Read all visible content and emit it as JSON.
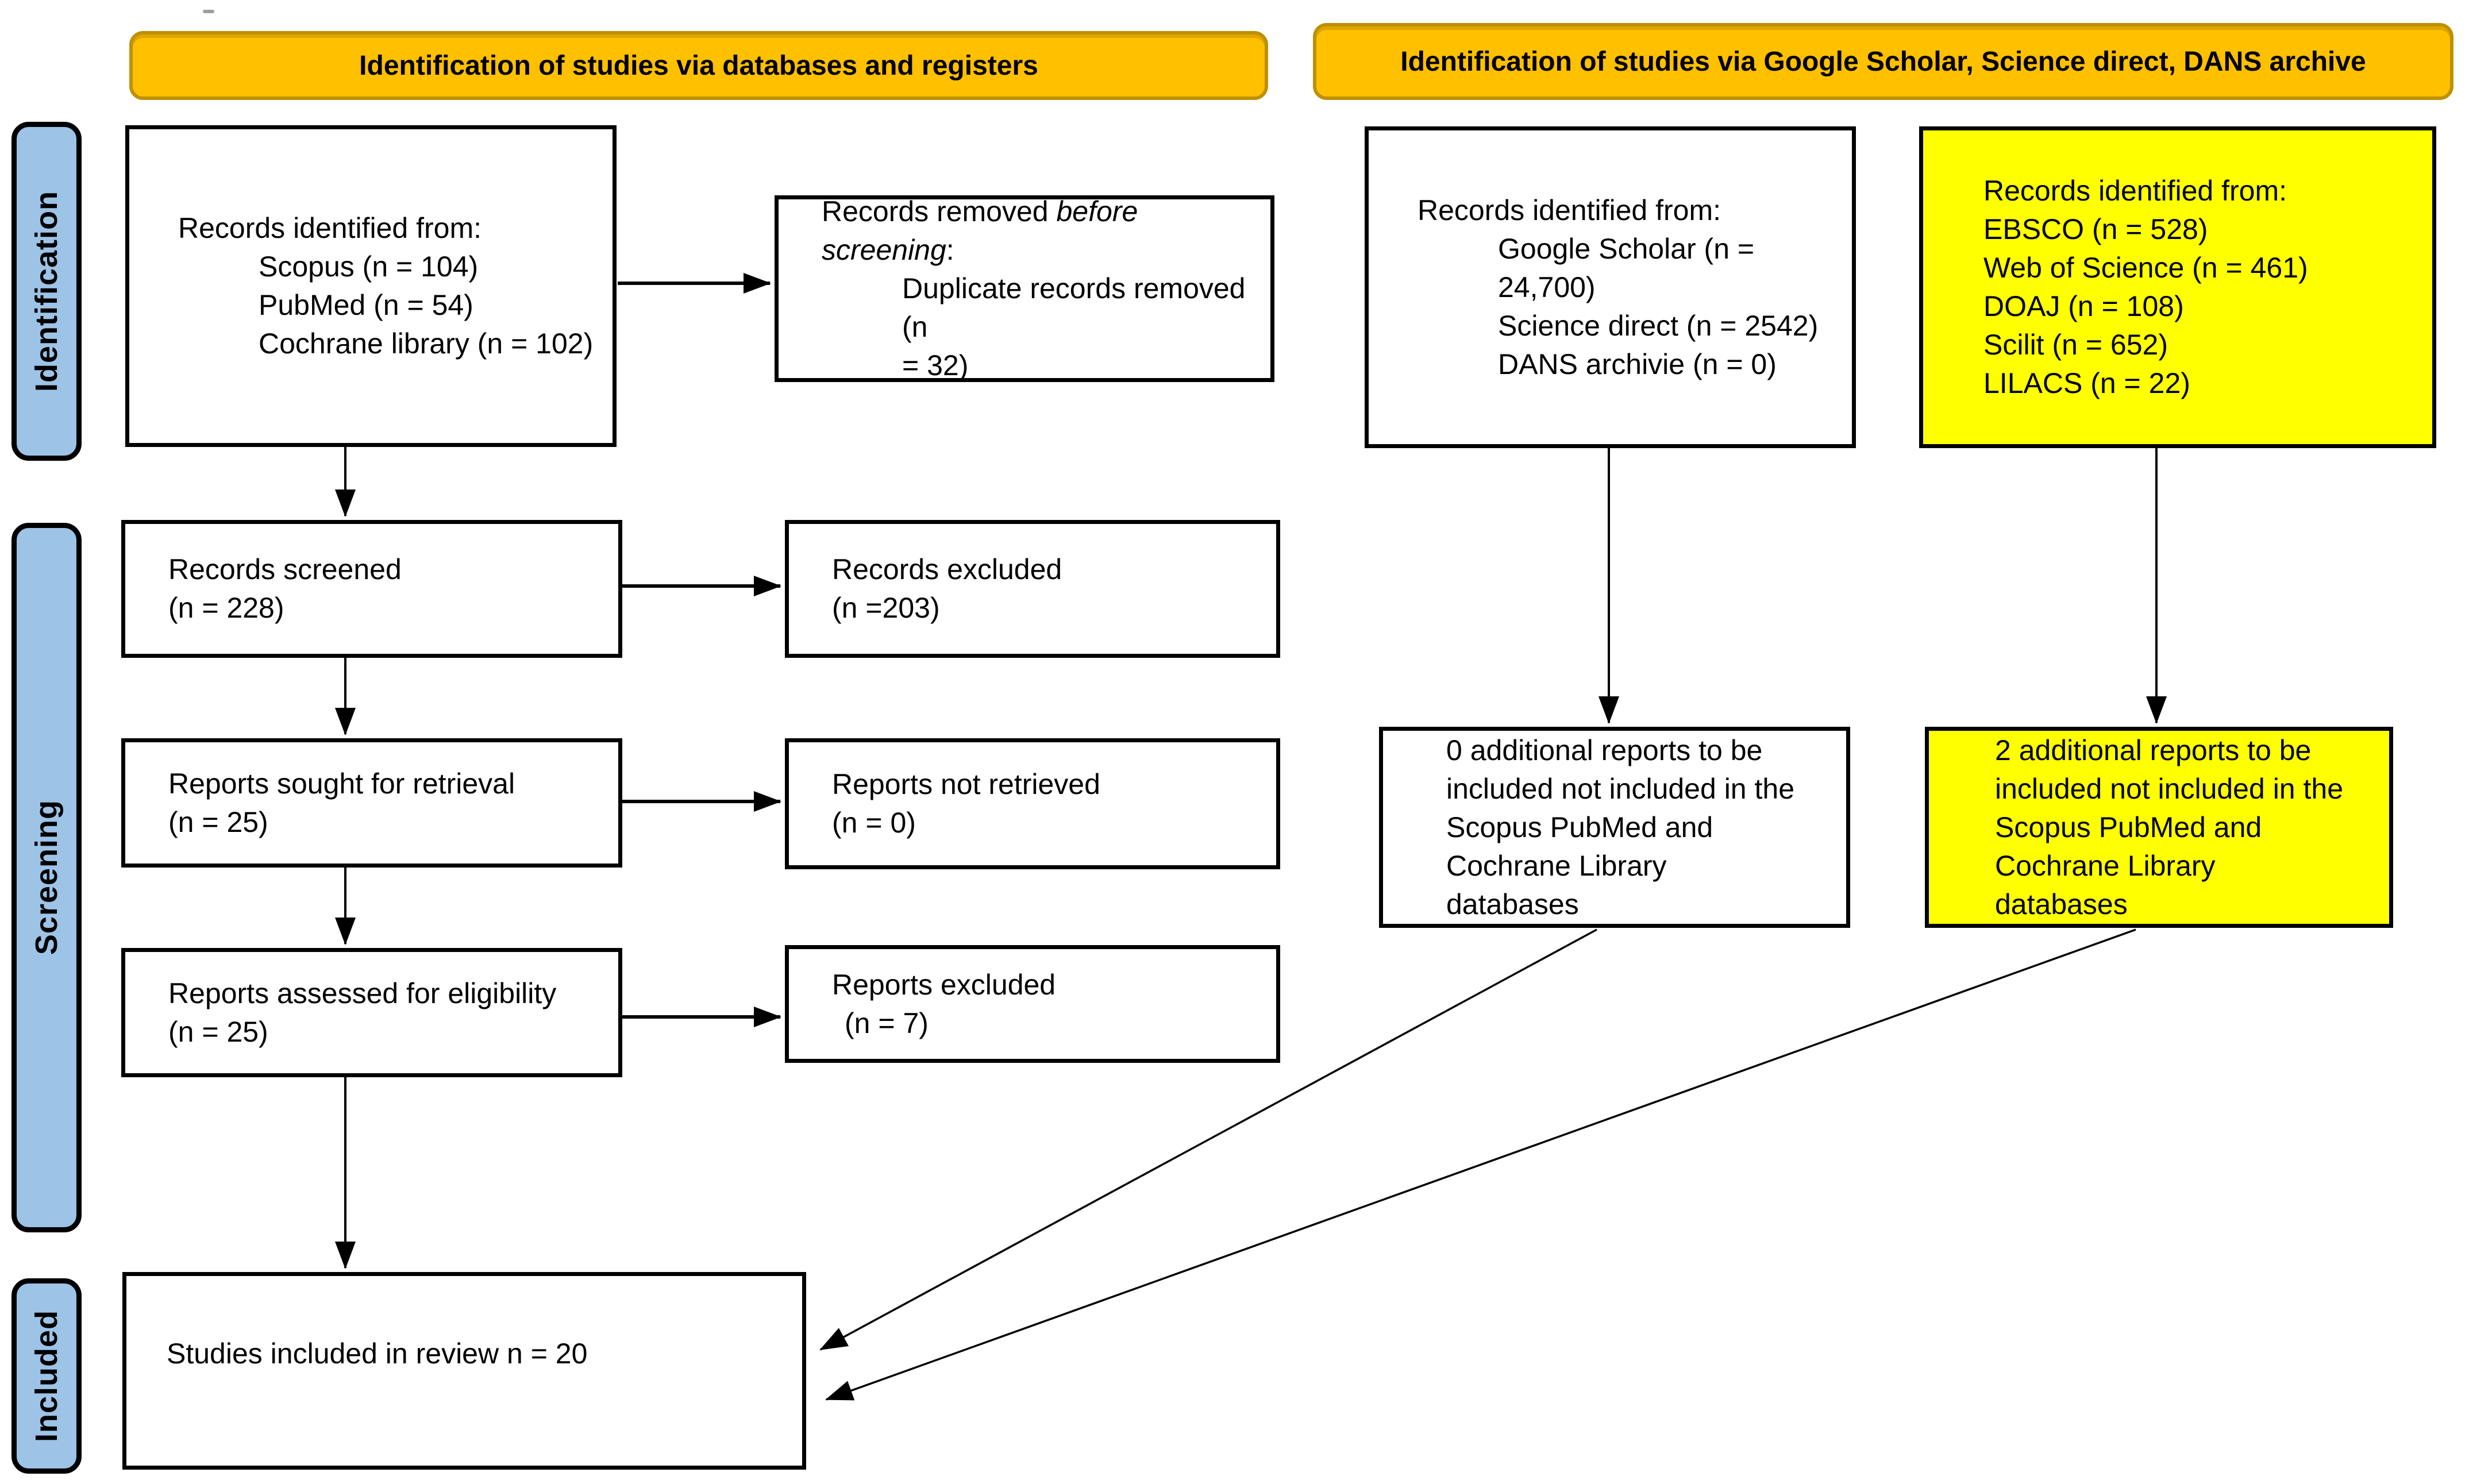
{
  "headers": {
    "databases": "Identification of studies via databases and registers",
    "other_sources": "Identification of studies via Google Scholar, Science direct, DANS archive"
  },
  "sidebar": {
    "identification": "Identification",
    "screening": "Screening",
    "included": "Included"
  },
  "boxes": {
    "db_records": {
      "lines": [
        {
          "parts": [
            {
              "text": "Records identified from:"
            }
          ]
        },
        {
          "indent": 1,
          "parts": [
            {
              "text": "Scopus (n = 104)"
            }
          ]
        },
        {
          "indent": 1,
          "parts": [
            {
              "text": "PubMed (n = 54)"
            }
          ]
        },
        {
          "indent": 1,
          "parts": [
            {
              "text": "Cochrane library (n = 102)"
            }
          ]
        }
      ]
    },
    "records_removed": {
      "lines": [
        {
          "parts": [
            {
              "text": "Records removed "
            },
            {
              "text": "before",
              "italic": true
            }
          ]
        },
        {
          "parts": [
            {
              "text": "screening",
              "italic": true
            },
            {
              "text": ":"
            }
          ]
        },
        {
          "indent": 1,
          "parts": [
            {
              "text": "Duplicate records removed (n"
            }
          ]
        },
        {
          "indent": 1,
          "parts": [
            {
              "text": "= 32)"
            }
          ]
        }
      ]
    },
    "records_screened": {
      "lines": [
        {
          "parts": [
            {
              "text": "Records screened"
            }
          ]
        },
        {
          "parts": [
            {
              "text": "(n = 228)"
            }
          ]
        }
      ]
    },
    "records_excluded": {
      "lines": [
        {
          "parts": [
            {
              "text": "Records excluded"
            }
          ]
        },
        {
          "parts": [
            {
              "text": "(n =203)"
            }
          ]
        }
      ]
    },
    "reports_sought": {
      "lines": [
        {
          "parts": [
            {
              "text": "Reports sought for retrieval"
            }
          ]
        },
        {
          "parts": [
            {
              "text": "(n = 25)"
            }
          ]
        }
      ]
    },
    "reports_not_retrieved": {
      "lines": [
        {
          "parts": [
            {
              "text": "Reports not retrieved"
            }
          ]
        },
        {
          "parts": [
            {
              "text": "(n = 0)"
            }
          ]
        }
      ]
    },
    "reports_assessed": {
      "lines": [
        {
          "parts": [
            {
              "text": "Reports assessed for eligibility"
            }
          ]
        },
        {
          "parts": [
            {
              "text": "(n = 25)"
            }
          ]
        }
      ]
    },
    "reports_excluded": {
      "lines": [
        {
          "parts": [
            {
              "text": "Reports excluded"
            }
          ]
        },
        {
          "indent": "s",
          "parts": [
            {
              "text": "(n = 7)"
            }
          ]
        }
      ]
    },
    "studies_included": {
      "lines": [
        {
          "parts": [
            {
              "text": "Studies included in review n = 20"
            }
          ]
        }
      ]
    },
    "scholar_records": {
      "lines": [
        {
          "parts": [
            {
              "text": "Records identified from:"
            }
          ]
        },
        {
          "indent": 1,
          "parts": [
            {
              "text": "Google Scholar (n = 24,700)"
            }
          ]
        },
        {
          "indent": 1,
          "parts": [
            {
              "text": "Science direct (n = 2542)"
            }
          ]
        },
        {
          "indent": 1,
          "parts": [
            {
              "text": "DANS archivie (n = 0)"
            }
          ]
        }
      ]
    },
    "ebsco_records": {
      "lines": [
        {
          "parts": [
            {
              "text": "Records identified from:"
            }
          ]
        },
        {
          "parts": [
            {
              "text": "EBSCO (n = 528)"
            }
          ]
        },
        {
          "parts": [
            {
              "text": "Web of Science (n = 461)"
            }
          ]
        },
        {
          "parts": [
            {
              "text": "DOAJ (n = 108)"
            }
          ]
        },
        {
          "parts": [
            {
              "text": "Scilit (n = 652)"
            }
          ]
        },
        {
          "parts": [
            {
              "text": "LILACS (n = 22)"
            }
          ]
        }
      ]
    },
    "additional_zero": {
      "lines": [
        {
          "parts": [
            {
              "text": "0 additional reports to be"
            }
          ]
        },
        {
          "parts": [
            {
              "text": "included not included in the"
            }
          ]
        },
        {
          "parts": [
            {
              "text": "Scopus PubMed and"
            }
          ]
        },
        {
          "parts": [
            {
              "text": "Cochrane Library"
            }
          ]
        },
        {
          "parts": [
            {
              "text": "databases"
            }
          ]
        }
      ]
    },
    "additional_two": {
      "lines": [
        {
          "parts": [
            {
              "text": "2 additional reports to be"
            }
          ]
        },
        {
          "parts": [
            {
              "text": "included not included in the"
            }
          ]
        },
        {
          "parts": [
            {
              "text": "Scopus PubMed and"
            }
          ]
        },
        {
          "parts": [
            {
              "text": "Cochrane Library"
            }
          ]
        },
        {
          "parts": [
            {
              "text": "databases"
            }
          ]
        }
      ]
    }
  },
  "colors": {
    "header_fill": "#FFC000",
    "header_border": "#BF9000",
    "sidebar_fill": "#9DC3E6",
    "sidebar_border": "#000000",
    "box_border": "#000000",
    "highlight_fill": "#FFFF00",
    "arrow_color": "#000000",
    "artifact_gray": "#9E9E9E"
  }
}
